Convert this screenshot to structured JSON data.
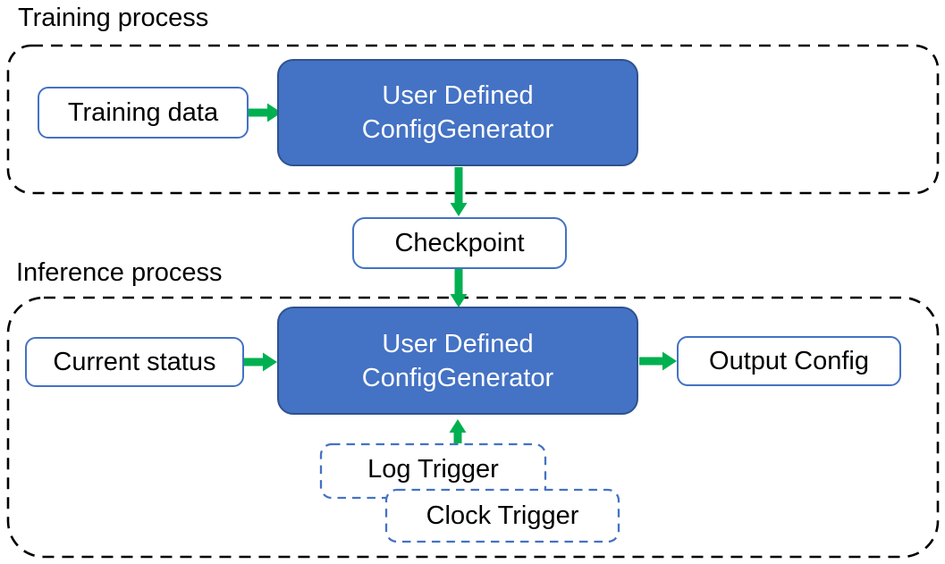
{
  "colors": {
    "node_fill_blue": "#4472C4",
    "node_border_dark_blue": "#2F528F",
    "box_border_blue": "#4472C4",
    "arrow_green": "#00B050",
    "container_dash_black": "#000000",
    "text_dark": "#000000",
    "text_light": "#FFFFFF"
  },
  "training_section": {
    "title": "Training process",
    "training_data_label": "Training data",
    "generator": {
      "line1": "User Defined",
      "line2": "ConfigGenerator"
    }
  },
  "checkpoint_label": "Checkpoint",
  "inference_section": {
    "title": "Inference process",
    "current_status_label": "Current status",
    "generator": {
      "line1": "User Defined",
      "line2": "ConfigGenerator"
    },
    "output_config_label": "Output Config",
    "log_trigger_label": "Log Trigger",
    "clock_trigger_label": "Clock Trigger"
  },
  "edges": [
    {
      "from": "training_data",
      "to": "training_generator",
      "direction": "right"
    },
    {
      "from": "training_generator",
      "to": "checkpoint",
      "direction": "down"
    },
    {
      "from": "checkpoint",
      "to": "inference_generator",
      "direction": "down"
    },
    {
      "from": "current_status",
      "to": "inference_generator",
      "direction": "right"
    },
    {
      "from": "inference_generator",
      "to": "output_config",
      "direction": "right"
    },
    {
      "from": "log_trigger",
      "to": "inference_generator",
      "direction": "up"
    }
  ]
}
